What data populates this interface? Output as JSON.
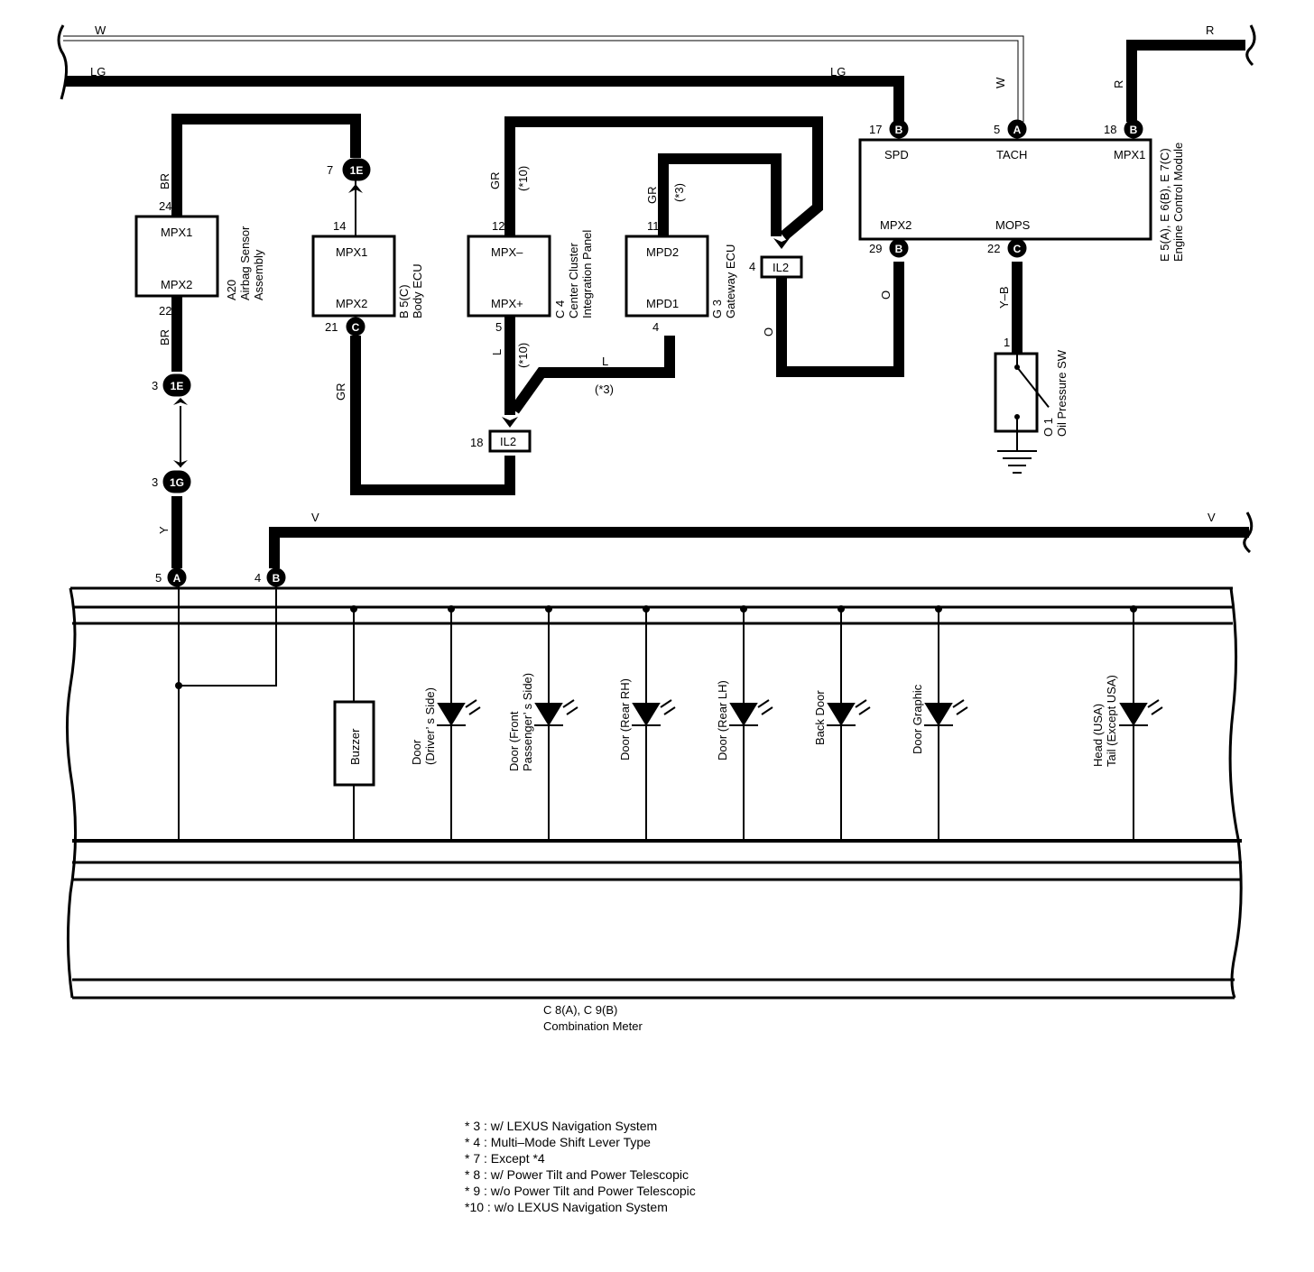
{
  "wires": {
    "w_top": "W",
    "lg_top": "LG",
    "lg_right": "LG",
    "w_ecm": "W",
    "r_top": "R",
    "r_ecm": "R",
    "br_upper": "BR",
    "br_lower": "BR",
    "gr_body": "GR",
    "gr_cip": "GR",
    "gr_gw": "GR",
    "y": "Y",
    "v_left": "V",
    "v_right": "V",
    "l_cip": "L",
    "l_gw": "L",
    "o_il2": "O",
    "o_ecm": "O",
    "yb": "Y–B"
  },
  "variants": {
    "cip_upper": "(*10)",
    "cip_lower": "(*10)",
    "gw_upper": "(*3)",
    "gw_lower": "(*3)"
  },
  "components": {
    "airbag": {
      "code": "A20",
      "name1": "Airbag Sensor",
      "name2": "Assembly",
      "pin_top": "MPX1",
      "pin_bottom": "MPX2",
      "top_pin_no": "24",
      "bottom_pin_no": "22"
    },
    "body_ecu": {
      "code": "B 5(C)",
      "name": "Body ECU",
      "pin_top": "MPX1",
      "pin_bottom": "MPX2",
      "top_pin_no": "14",
      "bottom_pin_no": "21",
      "bottom_conn": "C"
    },
    "cip": {
      "code": "C 4",
      "name1": "Center Cluster",
      "name2": "Integration Panel",
      "pin_top": "MPX–",
      "pin_bottom": "MPX+",
      "top_pin_no": "12",
      "bottom_pin_no": "5"
    },
    "gateway": {
      "code": "G 3",
      "name": "Gateway ECU",
      "pin_top": "MPD2",
      "pin_bottom": "MPD1",
      "top_pin_no": "11",
      "bottom_pin_no": "4"
    },
    "ecm": {
      "code": "E 5(A), E 6(B), E 7(C)",
      "name": "Engine Control Module",
      "spd": "SPD",
      "tach": "TACH",
      "mpx1": "MPX1",
      "mpx2": "MPX2",
      "mops": "MOPS",
      "spd_no": "17",
      "spd_conn": "B",
      "tach_no": "5",
      "tach_conn": "A",
      "mpx1_no": "18",
      "mpx1_conn": "B",
      "mpx2_no": "29",
      "mpx2_conn": "B",
      "mops_no": "22",
      "mops_conn": "C"
    },
    "oil_sw": {
      "code": "O 1",
      "name": "Oil Pressure SW",
      "pin_no": "1"
    },
    "combination_meter": {
      "code": "C 8(A), C 9(B)",
      "name": "Combination Meter"
    }
  },
  "junctions": {
    "j1e_top": {
      "label": "1E",
      "pin": "7"
    },
    "j1e_bottom": {
      "label": "1E",
      "pin": "3"
    },
    "j1g": {
      "label": "1G",
      "pin": "3"
    },
    "il2_right": {
      "label": "IL2",
      "pin": "4"
    },
    "il2_left": {
      "label": "IL2",
      "pin": "18"
    },
    "meter_a": {
      "label": "A",
      "pin": "5"
    },
    "meter_b": {
      "label": "B",
      "pin": "4"
    }
  },
  "indicators": {
    "buzzer": "Buzzer",
    "door_driver_1": "Door",
    "door_driver_2": "(Driver’ s Side)",
    "door_front_1": "Door (Front",
    "door_front_2": "Passenger’ s Side)",
    "door_rear_rh": "Door (Rear RH)",
    "door_rear_lh": "Door (Rear LH)",
    "back_door": "Back Door",
    "door_graphic": "Door Graphic",
    "head_1": "Head (USA)",
    "head_2": "Tail (Except USA)"
  },
  "notes": [
    "* 3 : w/ LEXUS Navigation System",
    "* 4 : Multi–Mode Shift Lever Type",
    "* 7 : Except *4",
    "* 8 : w/ Power Tilt and Power Telescopic",
    "* 9 : w/o Power Tilt and Power Telescopic",
    "*10 : w/o LEXUS Navigation System"
  ]
}
